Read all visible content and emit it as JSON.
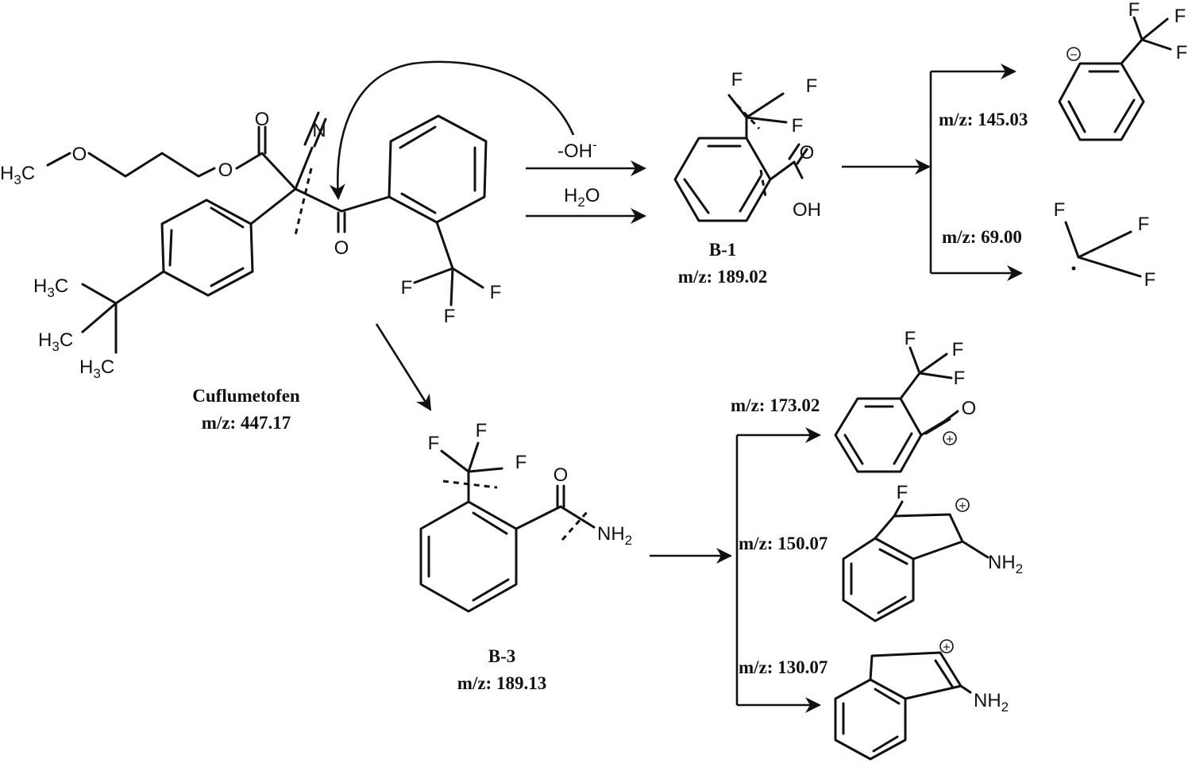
{
  "compounds": {
    "parent": {
      "name": "Cuflumetofen",
      "mz": "m/z: 447.17"
    },
    "b1": {
      "name": "B-1",
      "mz": "m/z: 189.02"
    },
    "b3": {
      "name": "B-3",
      "mz": "m/z: 189.13"
    }
  },
  "reagents": {
    "hydroxide": "-OH",
    "hydroxide_charge": "-",
    "water_h": "H",
    "water_sub": "2",
    "water_o": "O"
  },
  "fragments": {
    "f145": "m/z: 145.03",
    "f69": "m/z: 69.00",
    "f173": "m/z: 173.02",
    "f150": "m/z: 150.07",
    "f130": "m/z: 130.07"
  },
  "atoms": {
    "O": "O",
    "N": "N",
    "F": "F",
    "OH": "OH",
    "C": "C",
    "H": "H",
    "sub3": "3",
    "NH": "NH",
    "sub2": "2",
    "plus": "+",
    "minus": "−"
  }
}
